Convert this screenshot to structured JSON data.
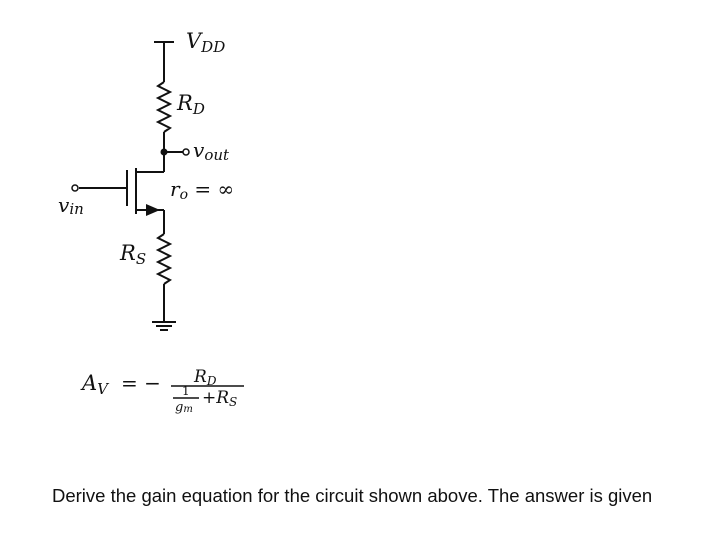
{
  "labels": {
    "vdd": {
      "main": "V",
      "sub": "DD"
    },
    "rd": {
      "main": "R",
      "sub": "D"
    },
    "vout": {
      "main": "v",
      "sub": "out"
    },
    "ro": {
      "main": "r",
      "sub": "o",
      "rest": " = ∞"
    },
    "vin": {
      "main": "v",
      "sub": "in"
    },
    "rs": {
      "main": "R",
      "sub": "S"
    }
  },
  "equation": {
    "lhs_main": "A",
    "lhs_sub": "V",
    "eq": "= −",
    "num_main": "R",
    "num_sub": "D",
    "den_one": "1",
    "den_g": "g",
    "den_m": "m",
    "den_plus": "+R",
    "den_s": "S"
  },
  "caption": "Derive the gain equation for the circuit shown above. The answer is given"
}
